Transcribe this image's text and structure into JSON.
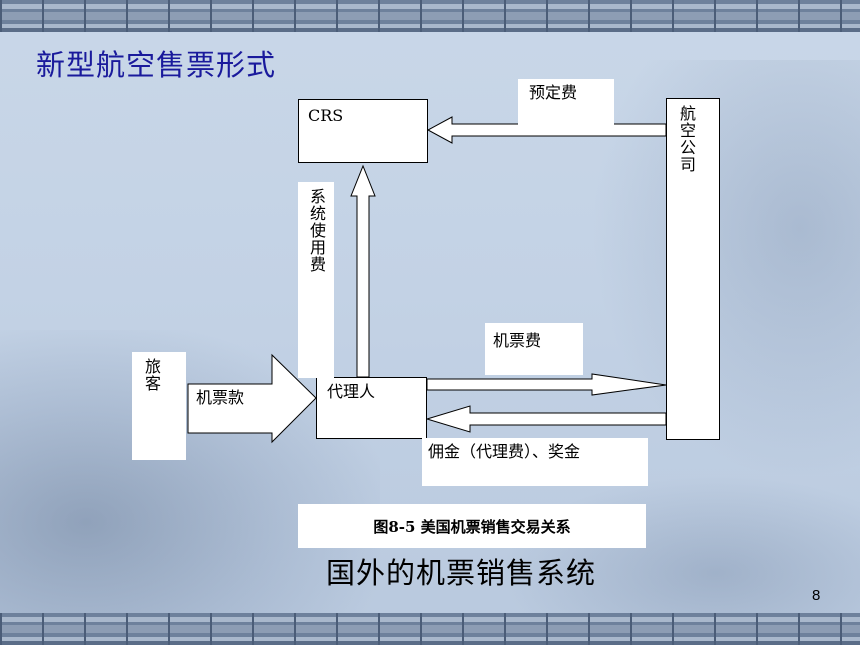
{
  "slide": {
    "title": "新型航空售票形式",
    "subtitle": "国外的机票销售系统",
    "page_number": "8"
  },
  "diagram": {
    "nodes": {
      "crs": "CRS",
      "airline": "航空公司",
      "agent": "代理人",
      "passenger": "旅客"
    },
    "edge_labels": {
      "booking_fee": "预定费",
      "system_fee": "系统使用费",
      "ticket_fee": "机票费",
      "ticket_payment": "机票款",
      "commission": "佣金（代理费）、奖金"
    },
    "caption": "图8-5 美国机票销售交易关系"
  }
}
